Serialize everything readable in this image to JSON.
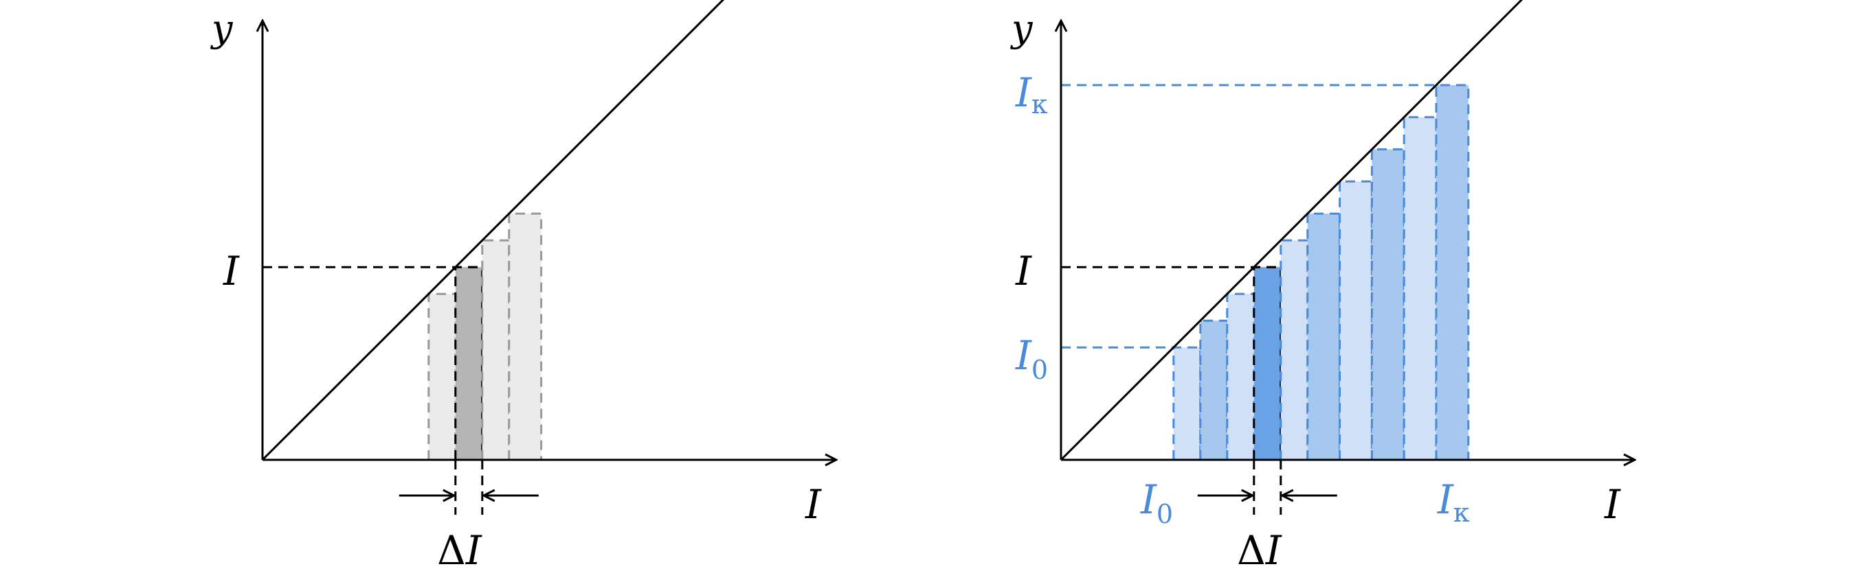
{
  "colors": {
    "ink": "#000000",
    "gray_stroke": "#999999",
    "gray_fill_light": "#ebebeb",
    "gray_fill_mid": "#e0e0e0",
    "gray_fill_highlight": "#b5b5b5",
    "blue_label": "#4a8ad8",
    "blue_stroke": "#4a8ad8",
    "blue_fill_light": "#cfe0f7",
    "blue_fill_mid": "#a6c7ee",
    "blue_fill_highlight": "#6aa2e6"
  },
  "left_panel": {
    "y_axis_label": "y",
    "x_axis_label": "I",
    "level_label": "I",
    "width_label_delta": "Δ",
    "width_label_var": "I",
    "highlight_bar_index": 1,
    "bars": [
      {
        "x0": 0.31,
        "x1": 0.36,
        "h": 0.31
      },
      {
        "x0": 0.36,
        "x1": 0.41,
        "h": 0.36
      },
      {
        "x0": 0.41,
        "x1": 0.46,
        "h": 0.41
      },
      {
        "x0": 0.46,
        "x1": 0.52,
        "h": 0.46
      }
    ]
  },
  "right_panel": {
    "y_axis_label": "y",
    "x_axis_label": "I",
    "level_label": "I",
    "width_label_delta": "Δ",
    "width_label_var": "I",
    "start_label_main": "I",
    "start_label_sub": "0",
    "end_label_main": "I",
    "end_label_sub": "к",
    "y_start_label_main": "I",
    "y_start_label_sub": "0",
    "y_end_label_main": "I",
    "y_end_label_sub": "к",
    "highlight_bar_index": 3,
    "bars": [
      {
        "x0": 0.21,
        "x1": 0.26,
        "h": 0.21
      },
      {
        "x0": 0.26,
        "x1": 0.31,
        "h": 0.26
      },
      {
        "x0": 0.31,
        "x1": 0.36,
        "h": 0.31
      },
      {
        "x0": 0.36,
        "x1": 0.41,
        "h": 0.36
      },
      {
        "x0": 0.41,
        "x1": 0.46,
        "h": 0.41
      },
      {
        "x0": 0.46,
        "x1": 0.52,
        "h": 0.46
      },
      {
        "x0": 0.52,
        "x1": 0.58,
        "h": 0.52
      },
      {
        "x0": 0.58,
        "x1": 0.64,
        "h": 0.58
      },
      {
        "x0": 0.64,
        "x1": 0.7,
        "h": 0.64
      },
      {
        "x0": 0.7,
        "x1": 0.76,
        "h": 0.7
      }
    ]
  }
}
